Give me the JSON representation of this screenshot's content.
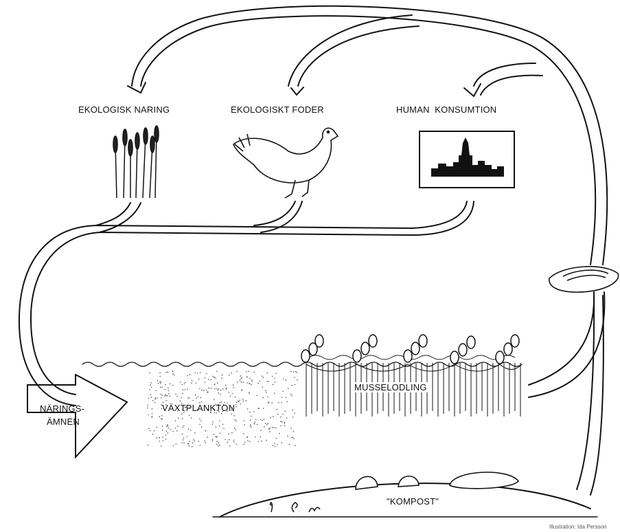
{
  "labels": {
    "ekologisk_naring": "EKOLOGISK NARING",
    "ekologiskt_foder": "EKOLOGISKT FODER",
    "human_konsumtion": "HUMAN  KONSUMTION",
    "narings_line1": "NÄRINGS-",
    "narings_line2": "ÄMNEN",
    "vaxtplankton": "VÄXTPLANKTON",
    "musselodling": "MUSSELODLING",
    "kompost": "\"KOMPOST\""
  },
  "credit": "Illustration: Ida Persson",
  "icons": [
    "wheat-icon",
    "chicken-icon",
    "city-skyline-icon",
    "mussel-icon",
    "buoy-icon",
    "worm-icon"
  ]
}
